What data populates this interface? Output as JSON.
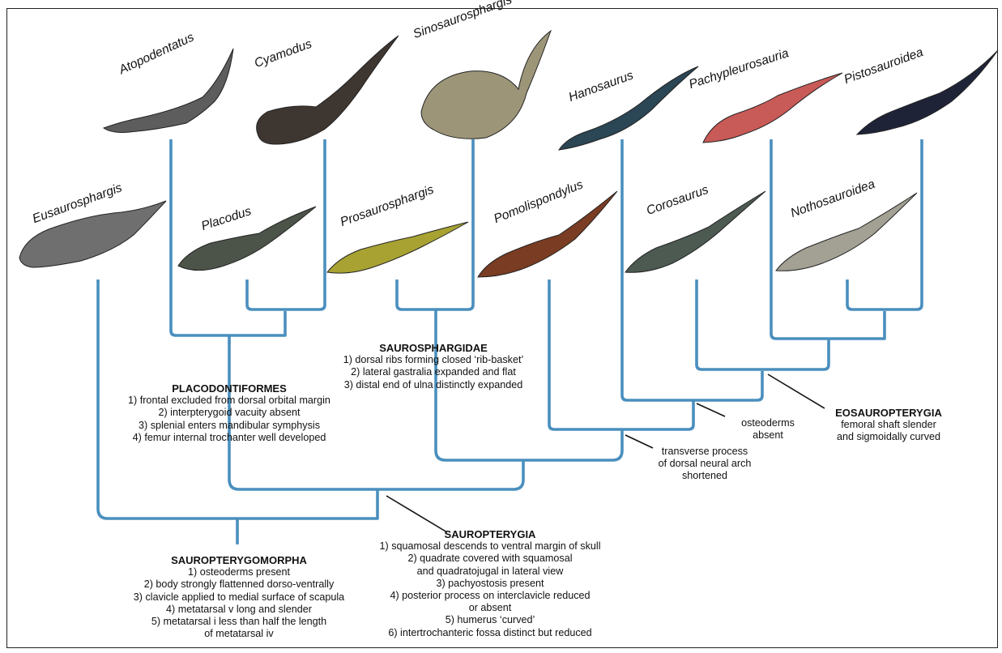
{
  "colors": {
    "tree": "#4a8fbe",
    "leader": "#111111",
    "frame": "#222222"
  },
  "taxa": {
    "atopodentatus": "Atopodentatus",
    "cyamodus": "Cyamodus",
    "sinosaurosphargis": "Sinosaurosphargis",
    "hanosaurus": "Hanosaurus",
    "pachypleurosauria": "Pachypleurosauria",
    "pistosauroidea": "Pistosauroidea",
    "eusaurosphargis": "Eusaurosphargis",
    "placodus": "Placodus",
    "prosaurosphargis": "Prosaurosphargis",
    "pomolispondylus": "Pomolispondylus",
    "corosaurus": "Corosaurus",
    "nothosauroidea": "Nothosauroidea"
  },
  "clades": {
    "saurosphargidae": {
      "title": "SAUROSPHARGIDAE",
      "lines": [
        "1) dorsal ribs forming closed ‘rib-basket’",
        "2) lateral gastralia expanded and flat",
        "3) distal end of ulna distinctly expanded"
      ]
    },
    "placodontiformes": {
      "title": "PLACODONTIFORMES",
      "lines": [
        "1) frontal excluded from dorsal orbital margin",
        "2) interpterygoid vacuity absent",
        "3) splenial enters mandibular symphysis",
        "4) femur internal trochanter well developed"
      ]
    },
    "eosauropterygia": {
      "title": "EOSAUROPTERYGIA",
      "lines": [
        "femoral shaft slender",
        "and sigmoidally curved"
      ]
    },
    "osteoderms": {
      "lines": [
        "osteoderms",
        "absent"
      ]
    },
    "transverse": {
      "lines": [
        "transverse process",
        "of dorsal neural arch",
        "shortened"
      ]
    },
    "sauropterygia": {
      "title": "SAUROPTERYGIA",
      "lines": [
        "1) squamosal descends to ventral margin of skull",
        "2) quadrate covered with squamosal",
        "and quadratojugal in lateral view",
        "3) pachyostosis present",
        "4) posterior process on interclavicle reduced",
        "or absent",
        "5) humerus ‘curved’",
        "6) intertrochanteric fossa distinct but reduced"
      ]
    },
    "sauropterygomorpha": {
      "title": "SAUROPTERYGOMORPHA",
      "lines": [
        "1) osteoderms present",
        "2) body strongly flattenned dorso-ventrally",
        "3) clavicle applied to medial surface of scapula",
        "4) metatarsal v long and slender",
        "5) metatarsal i less than half the length",
        "of metatarsal iv"
      ]
    }
  }
}
